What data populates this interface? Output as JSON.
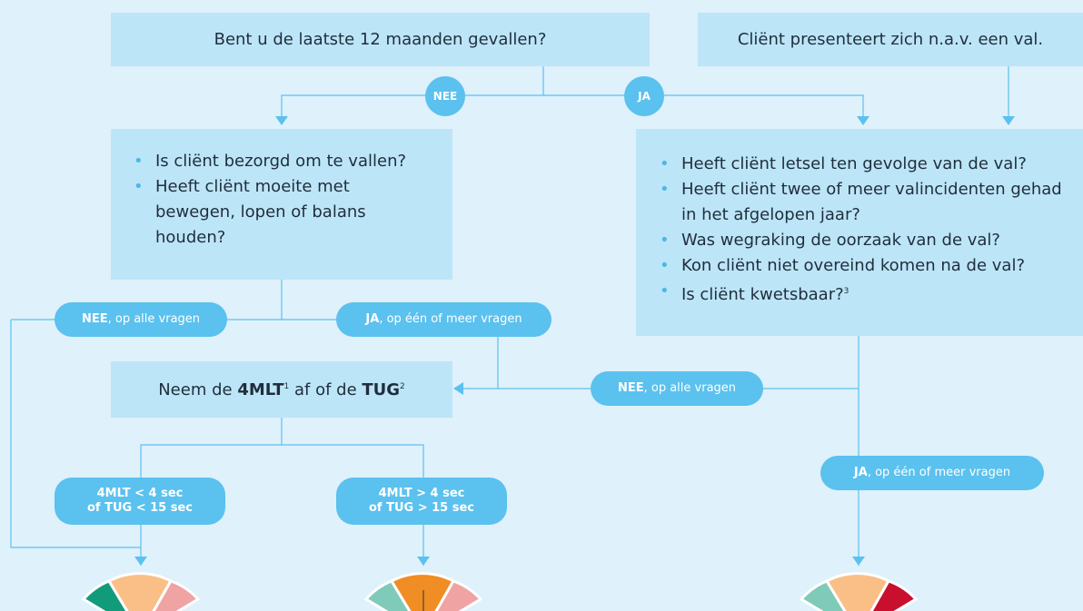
{
  "q_fallen": "Bent u de laatste 12 maanden gevallen?",
  "q_client_presents": "Cliënt presenteert zich n.a.v. een val.",
  "nee": "NEE",
  "ja": "JA",
  "left_questions": [
    "Is cliënt bezorgd om te vallen?",
    "Heeft cliënt moeite met bewegen, lopen of balans houden?"
  ],
  "right_questions": [
    "Heeft cliënt letsel ten gevolge van de val?",
    "Heeft cliënt twee of meer valincidenten gehad in het afgelopen jaar?",
    "Was wegraking de oorzaak van de val?",
    "Kon cliënt niet overeind komen na de val?",
    "Is cliënt kwetsbaar?"
  ],
  "right_last_sup": "3",
  "nee_all": {
    "label": "NEE",
    "rest": ", op alle vragen"
  },
  "ja_one": {
    "label": "JA",
    "rest": ", op één of meer vragen"
  },
  "test_box": {
    "pre": "Neem de ",
    "t1": "4MLT",
    "s1": "1",
    "mid": " af of de ",
    "t2": "TUG",
    "s2": "2"
  },
  "cond_low": {
    "line1": "4MLT < 4 sec",
    "line2": "of TUG < 15 sec"
  },
  "cond_high": {
    "line1": "4MLT > 4 sec",
    "line2": "of TUG > 15 sec"
  },
  "colors": {
    "background": "#dff1fb",
    "box": "#bde5f8",
    "pill": "#5bc1ee",
    "connector": "#5bc1ee",
    "bullet": "#4bb8e6",
    "gauge_green_dark": "#129b7a",
    "gauge_green_light": "#7fcab8",
    "gauge_orange_light": "#f9bf86",
    "gauge_orange": "#f08d24",
    "gauge_pink": "#f0a3a3",
    "gauge_red": "#c8102e"
  }
}
